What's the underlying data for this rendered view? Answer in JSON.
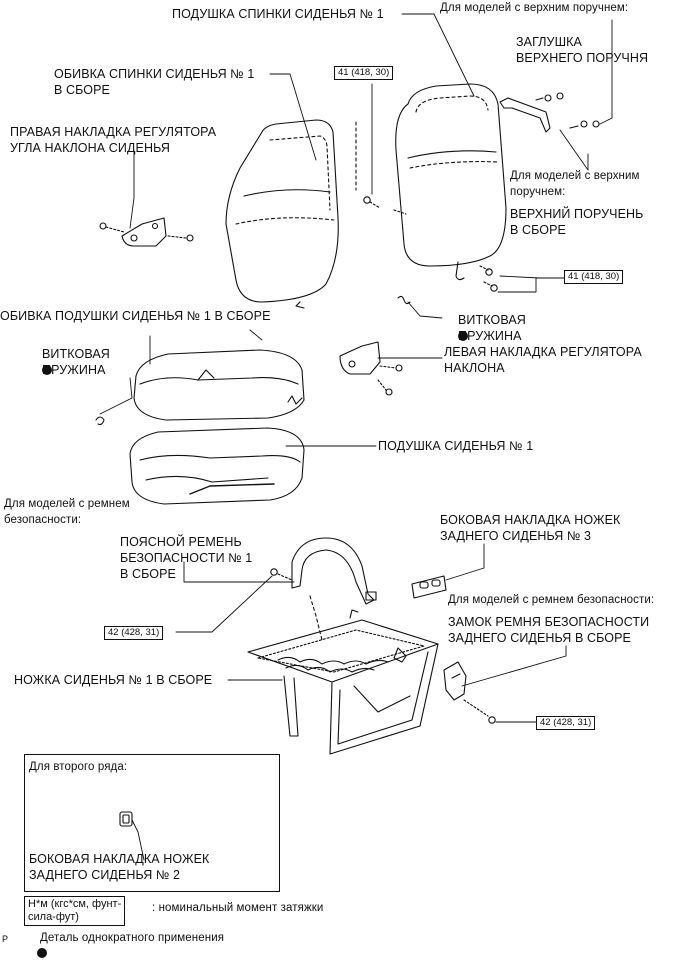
{
  "labels": {
    "seatback_cushion": "ПОДУШКА СПИНКИ СИДЕНЬЯ № 1",
    "upper_armrest_models_1": "Для моделей с верхним поручнем:",
    "upper_armrest_cap": "ЗАГЛУШКА\nВЕРХНЕГО ПОРУЧНЯ",
    "seatback_cover": "ОБИВКА СПИНКИ СИДЕНЬЯ № 1\nВ СБОРЕ",
    "right_recliner_cover": "ПРАВАЯ НАКЛАДКА РЕГУЛЯТОРА\nУГЛА НАКЛОНА СИДЕНЬЯ",
    "upper_armrest_models_2": "Для моделей с верхним\nпоручнем:",
    "upper_armrest_assy": "ВЕРХНИЙ ПОРУЧЕНЬ\nВ СБОРЕ",
    "seat_cushion_cover": "ОБИВКА ПОДУШКИ СИДЕНЬЯ № 1 В СБОРЕ",
    "coil_spring_right": "ВИТКОВАЯ\nПРУЖИНА",
    "coil_spring_left": "ВИТКОВАЯ\nПРУЖИНА",
    "left_recliner_cover": "ЛЕВАЯ НАКЛАДКА РЕГУЛЯТОРА\nНАКЛОНА",
    "seat_cushion": "ПОДУШКА СИДЕНЬЯ № 1",
    "seatbelt_models_1": "Для моделей с ремнем\nбезопасности:",
    "rear_leg_side_cover_3": "БОКОВАЯ НАКЛАДКА НОЖЕК\nЗАДНЕГО СИДЕНЬЯ № 3",
    "lap_belt": "ПОЯСНОЙ РЕМЕНЬ\nБЕЗОПАСНОСТИ № 1\nВ СБОРЕ",
    "seatbelt_models_2": "Для моделей с ремнем безопасности:",
    "rear_buckle": "ЗАМОК РЕМНЯ БЕЗОПАСНОСТИ\nЗАДНЕГО СИДЕНЬЯ В СБОРЕ",
    "seat_leg": "НОЖКА СИДЕНЬЯ № 1 В СБОРЕ",
    "second_row": "Для второго ряда:",
    "rear_leg_side_cover_2": "БОКОВАЯ НАКЛАДКА НОЖЕК\nЗАДНЕГО СИДЕНЬЯ № 2"
  },
  "torque": {
    "upper_bolt": "41 (418, 30)",
    "armrest_bolt": "41 (418, 30)",
    "belt_bolt": "42 (428, 31)",
    "buckle_bolt": "42 (428, 31)"
  },
  "legend": {
    "unit_box": "Н*м (кгс*см, фунт-\nсила-фут)",
    "unit_text": ": номинальный момент затяжки",
    "prefix": "P",
    "dot_text": "Деталь однократного применения"
  }
}
